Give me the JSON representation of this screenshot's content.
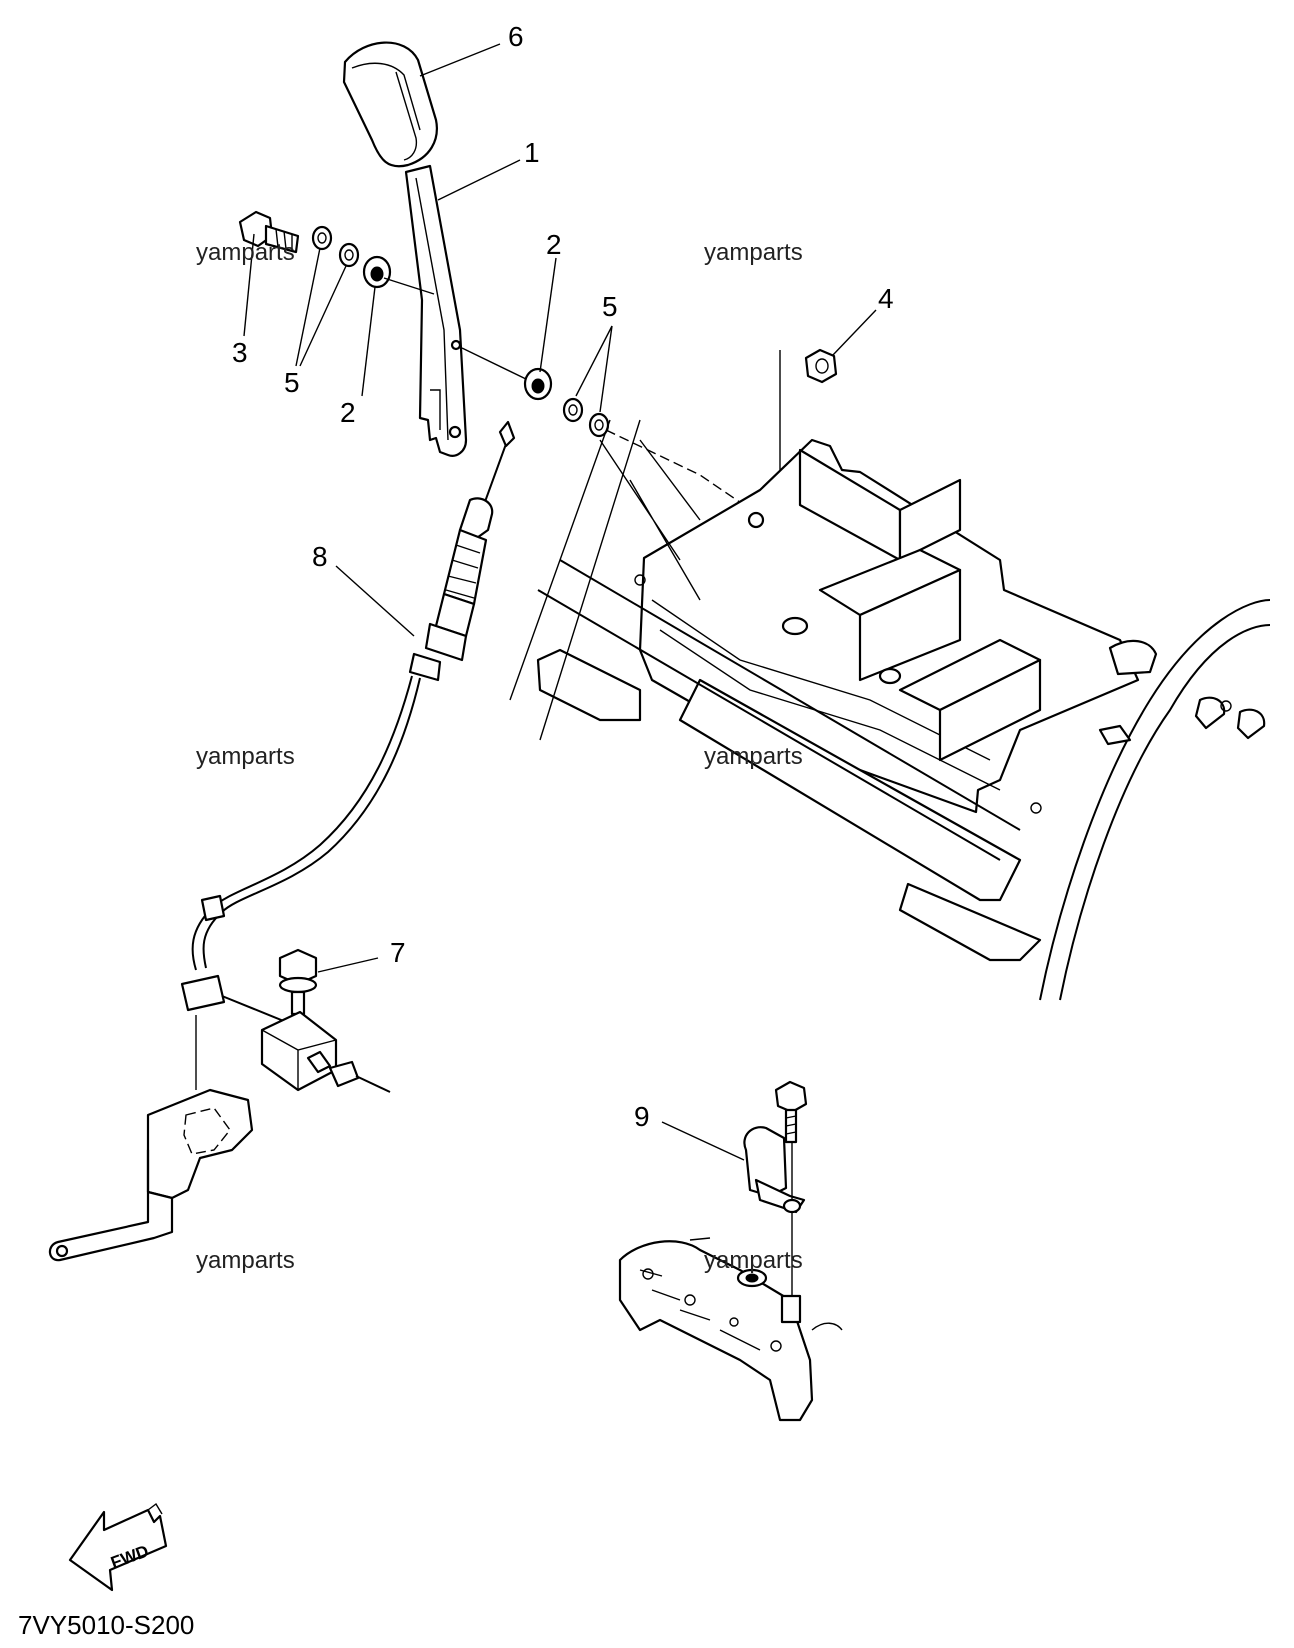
{
  "diagram": {
    "callouts": [
      {
        "id": "6",
        "label": "6"
      },
      {
        "id": "1",
        "label": "1"
      },
      {
        "id": "3",
        "label": "3"
      },
      {
        "id": "5a",
        "label": "5"
      },
      {
        "id": "2a",
        "label": "2"
      },
      {
        "id": "2b",
        "label": "2"
      },
      {
        "id": "5b",
        "label": "5"
      },
      {
        "id": "4",
        "label": "4"
      },
      {
        "id": "8",
        "label": "8"
      },
      {
        "id": "7",
        "label": "7"
      },
      {
        "id": "9",
        "label": "9"
      }
    ],
    "watermark": "yamparts",
    "fwd_label": "FWD",
    "diagram_code": "7VY5010-S200"
  }
}
